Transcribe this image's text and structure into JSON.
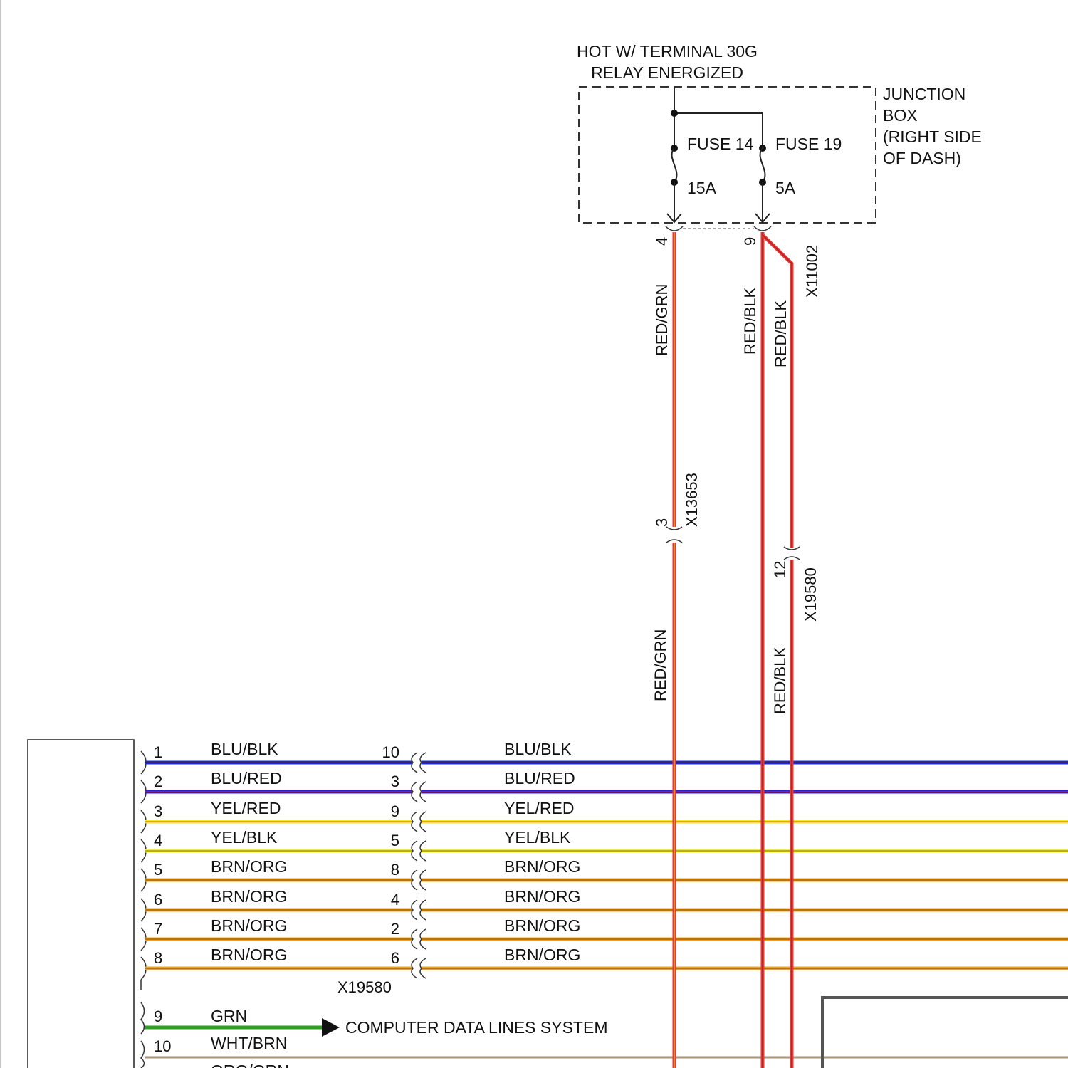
{
  "header": {
    "line1": "HOT W/ TERMINAL 30G",
    "line2": "RELAY ENERGIZED"
  },
  "junction_box": {
    "lines": [
      "JUNCTION",
      "BOX",
      "(RIGHT SIDE",
      "OF DASH)"
    ]
  },
  "fuses": [
    {
      "name": "FUSE 14",
      "rating": "15A"
    },
    {
      "name": "FUSE 19",
      "rating": "5A"
    }
  ],
  "top_connector": {
    "id": "X11002",
    "pins": [
      "4",
      "9"
    ]
  },
  "vertical_wires": [
    {
      "color_label": "RED/GRN",
      "color_label_lower": "RED/GRN",
      "color": "#e53935",
      "stripe": "#f2a33a"
    },
    {
      "color_label": "RED/BLK",
      "color": "#e53935",
      "stripe": "#b71c1c"
    },
    {
      "color_label": "RED/BLK",
      "color_label_lower": "RED/BLK",
      "color": "#e53935",
      "stripe": "#b71c1c"
    }
  ],
  "mid_connectors": [
    {
      "id": "X13653",
      "pin": "3"
    },
    {
      "id": "X19580",
      "pin": "12"
    }
  ],
  "harness": {
    "connector_id": "X19580",
    "rows": [
      {
        "pin": "1",
        "label": "BLU/BLK",
        "mate_pin": "10",
        "label_right": "BLU/BLK",
        "color": "#1e2ad8",
        "stripe": "#3a1a40"
      },
      {
        "pin": "2",
        "label": "BLU/RED",
        "mate_pin": "3",
        "label_right": "BLU/RED",
        "color": "#2a20d8",
        "stripe": "#c0203a"
      },
      {
        "pin": "3",
        "label": "YEL/RED",
        "mate_pin": "9",
        "label_right": "YEL/RED",
        "color": "#f5ea20",
        "stripe": "#e8702a"
      },
      {
        "pin": "4",
        "label": "YEL/BLK",
        "mate_pin": "5",
        "label_right": "YEL/BLK",
        "color": "#f5f020",
        "stripe": "#8a8a20"
      },
      {
        "pin": "5",
        "label": "BRN/ORG",
        "mate_pin": "8",
        "label_right": "BRN/ORG",
        "color": "#f0a020",
        "stripe": "#8a5a18"
      },
      {
        "pin": "6",
        "label": "BRN/ORG",
        "mate_pin": "4",
        "label_right": "BRN/ORG",
        "color": "#f0a020",
        "stripe": "#8a5a18"
      },
      {
        "pin": "7",
        "label": "BRN/ORG",
        "mate_pin": "2",
        "label_right": "BRN/ORG",
        "color": "#f0a020",
        "stripe": "#8a5a18"
      },
      {
        "pin": "8",
        "label": "BRN/ORG",
        "mate_pin": "6",
        "label_right": "BRN/ORG",
        "color": "#f0a020",
        "stripe": "#8a5a18"
      }
    ]
  },
  "lower_wires": [
    {
      "pin": "9",
      "label": "GRN",
      "destination": "COMPUTER DATA LINES SYSTEM",
      "color": "#2e9e22"
    },
    {
      "pin": "10",
      "label": "WHT/BRN",
      "color": "#cfc7b8"
    },
    {
      "pin": "",
      "label": "ORG/GRN"
    }
  ]
}
